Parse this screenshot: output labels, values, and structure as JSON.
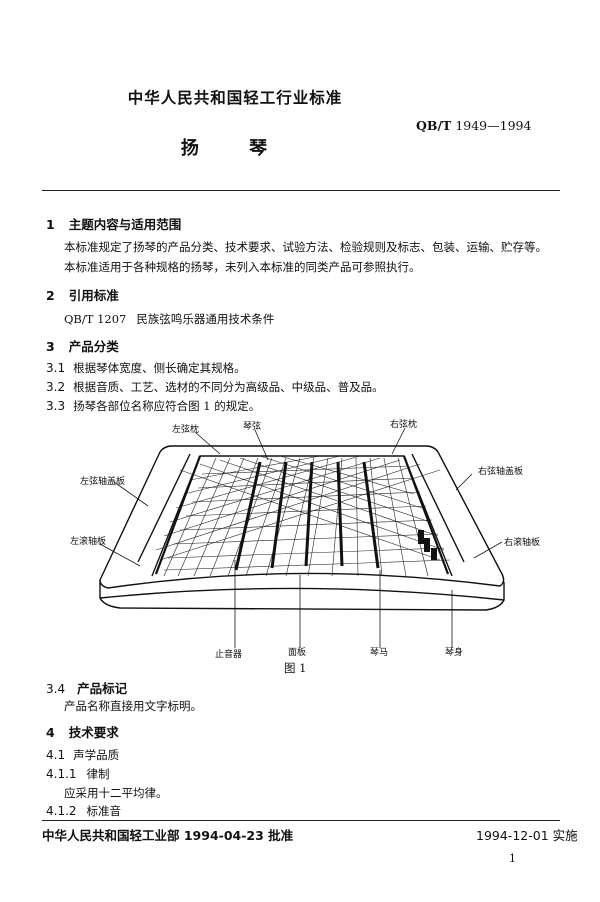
{
  "header": {
    "org": "中华人民共和国轻工行业标准",
    "std_code_prefix": "QB/T",
    "std_code_number": "1949—1994",
    "title": "扬 琴"
  },
  "sections": {
    "s1": {
      "number": "1",
      "heading": "主题内容与适用范围",
      "p1": "本标准规定了扬琴的产品分类、技术要求、试验方法、检验规则及标志、包装、运输、贮存等。",
      "p2": "本标准适用于各种规格的扬琴，未列入本标准的同类产品可参照执行。"
    },
    "s2": {
      "number": "2",
      "heading": "引用标准",
      "ref_code": "QB/T 1207",
      "ref_title": "民族弦鸣乐器通用技术条件"
    },
    "s3": {
      "number": "3",
      "heading": "产品分类",
      "i1_num": "3.1",
      "i1_text": "根据琴体宽度、侧长确定其规格。",
      "i2_num": "3.2",
      "i2_text": "根据音质、工艺、选材的不同分为高级品、中级品、普及品。",
      "i3_num": "3.3",
      "i3_text": "扬琴各部位名称应符合图 1 的规定。"
    },
    "s34": {
      "number": "3.4",
      "heading": "产品标记",
      "text": "产品名称直接用文字标明。"
    },
    "s4": {
      "number": "4",
      "heading": "技术要求",
      "i1_num": "4.1",
      "i1_text": "声学品质",
      "i11_num": "4.1.1",
      "i11_text": "律制",
      "i11_body": "应采用十二平均律。",
      "i12_num": "4.1.2",
      "i12_text": "标准音"
    }
  },
  "figure": {
    "caption": "图 1",
    "labels": {
      "left_bridge_pin": "左弦枕",
      "strings": "琴弦",
      "right_bridge_pin": "右弦枕",
      "left_axle_cover": "左弦轴盖板",
      "right_axle_cover": "右弦轴盖板",
      "left_roller_board": "左滚轴板",
      "right_roller_board": "右滚轴板",
      "damper": "止音器",
      "soundboard": "面板",
      "bridge": "琴马",
      "body": "琴身"
    }
  },
  "footer": {
    "issuer": "中华人民共和国轻工业部 1994-04-23 批准",
    "effective": "1994-12-01 实施",
    "page_number": "1"
  }
}
